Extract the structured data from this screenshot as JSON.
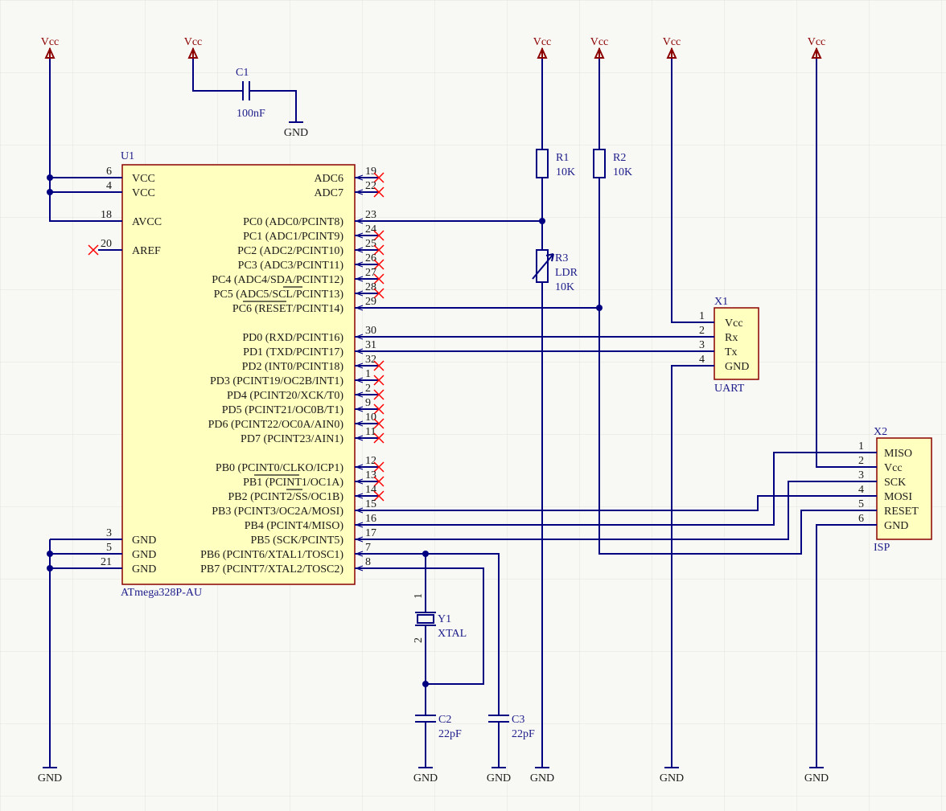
{
  "colors": {
    "wire": "#000080",
    "part_border": "#8b0000",
    "part_fill": "#ffffbf",
    "power": "#8b0000",
    "nc": "#ff0000",
    "text": "#1a1a1a",
    "designator": "#1c1c8a"
  },
  "power": {
    "vcc": "Vcc",
    "gnd": "GND"
  },
  "u1": {
    "designator": "U1",
    "part": "ATmega328P-AU",
    "left_pins": [
      {
        "num": "6",
        "name": "VCC"
      },
      {
        "num": "4",
        "name": "VCC"
      },
      {
        "num": "18",
        "name": "AVCC"
      },
      {
        "num": "20",
        "name": "AREF"
      },
      {
        "num": "3",
        "name": "GND"
      },
      {
        "num": "5",
        "name": "GND"
      },
      {
        "num": "21",
        "name": "GND"
      }
    ],
    "right_pins": [
      {
        "num": "19",
        "name": "ADC6"
      },
      {
        "num": "22",
        "name": "ADC7"
      },
      {
        "num": "23",
        "name": "PC0 (ADC0/PCINT8)"
      },
      {
        "num": "24",
        "name": "PC1 (ADC1/PCINT9)"
      },
      {
        "num": "25",
        "name": "PC2 (ADC2/PCINT10)"
      },
      {
        "num": "26",
        "name": "PC3 (ADC3/PCINT11)"
      },
      {
        "num": "27",
        "name": "PC4 (ADC4/SDA/PCINT12)"
      },
      {
        "num": "28",
        "name": "PC5 (ADC5/SCL/PCINT13)"
      },
      {
        "num": "29",
        "name": "PC6 (RESET/PCINT14)"
      },
      {
        "num": "30",
        "name": "PD0 (RXD/PCINT16)"
      },
      {
        "num": "31",
        "name": "PD1 (TXD/PCINT17)"
      },
      {
        "num": "32",
        "name": "PD2 (INT0/PCINT18)"
      },
      {
        "num": "1",
        "name": "PD3 (PCINT19/OC2B/INT1)"
      },
      {
        "num": "2",
        "name": "PD4 (PCINT20/XCK/T0)"
      },
      {
        "num": "9",
        "name": "PD5 (PCINT21/OC0B/T1)"
      },
      {
        "num": "10",
        "name": "PD6 (PCINT22/OC0A/AIN0)"
      },
      {
        "num": "11",
        "name": "PD7 (PCINT23/AIN1)"
      },
      {
        "num": "12",
        "name": "PB0 (PCINT0/CLKO/ICP1)"
      },
      {
        "num": "13",
        "name": "PB1 (PCINT1/OC1A)"
      },
      {
        "num": "14",
        "name": "PB2 (PCINT2/SS/OC1B)"
      },
      {
        "num": "15",
        "name": "PB3 (PCINT3/OC2A/MOSI)"
      },
      {
        "num": "16",
        "name": "PB4 (PCINT4/MISO)"
      },
      {
        "num": "17",
        "name": "PB5 (SCK/PCINT5)"
      },
      {
        "num": "7",
        "name": "PB6 (PCINT6/XTAL1/TOSC1)"
      },
      {
        "num": "8",
        "name": "PB7 (PCINT7/XTAL2/TOSC2)"
      }
    ]
  },
  "c1": {
    "designator": "C1",
    "value": "100nF"
  },
  "c2": {
    "designator": "C2",
    "value": "22pF"
  },
  "c3": {
    "designator": "C3",
    "value": "22pF"
  },
  "r1": {
    "designator": "R1",
    "value": "10K"
  },
  "r2": {
    "designator": "R2",
    "value": "10K"
  },
  "r3": {
    "designator": "R3",
    "comment": "LDR",
    "value": "10K"
  },
  "y1": {
    "designator": "Y1",
    "value": "XTAL",
    "pin1": "1",
    "pin2": "2"
  },
  "x1": {
    "designator": "X1",
    "label": "UART",
    "pins": [
      {
        "num": "1",
        "name": "Vcc"
      },
      {
        "num": "2",
        "name": "Rx"
      },
      {
        "num": "3",
        "name": "Tx"
      },
      {
        "num": "4",
        "name": "GND"
      }
    ]
  },
  "x2": {
    "designator": "X2",
    "label": "ISP",
    "pins": [
      {
        "num": "1",
        "name": "MISO"
      },
      {
        "num": "2",
        "name": "Vcc"
      },
      {
        "num": "3",
        "name": "SCK"
      },
      {
        "num": "4",
        "name": "MOSI"
      },
      {
        "num": "5",
        "name": "RESET"
      },
      {
        "num": "6",
        "name": "GND"
      }
    ]
  }
}
